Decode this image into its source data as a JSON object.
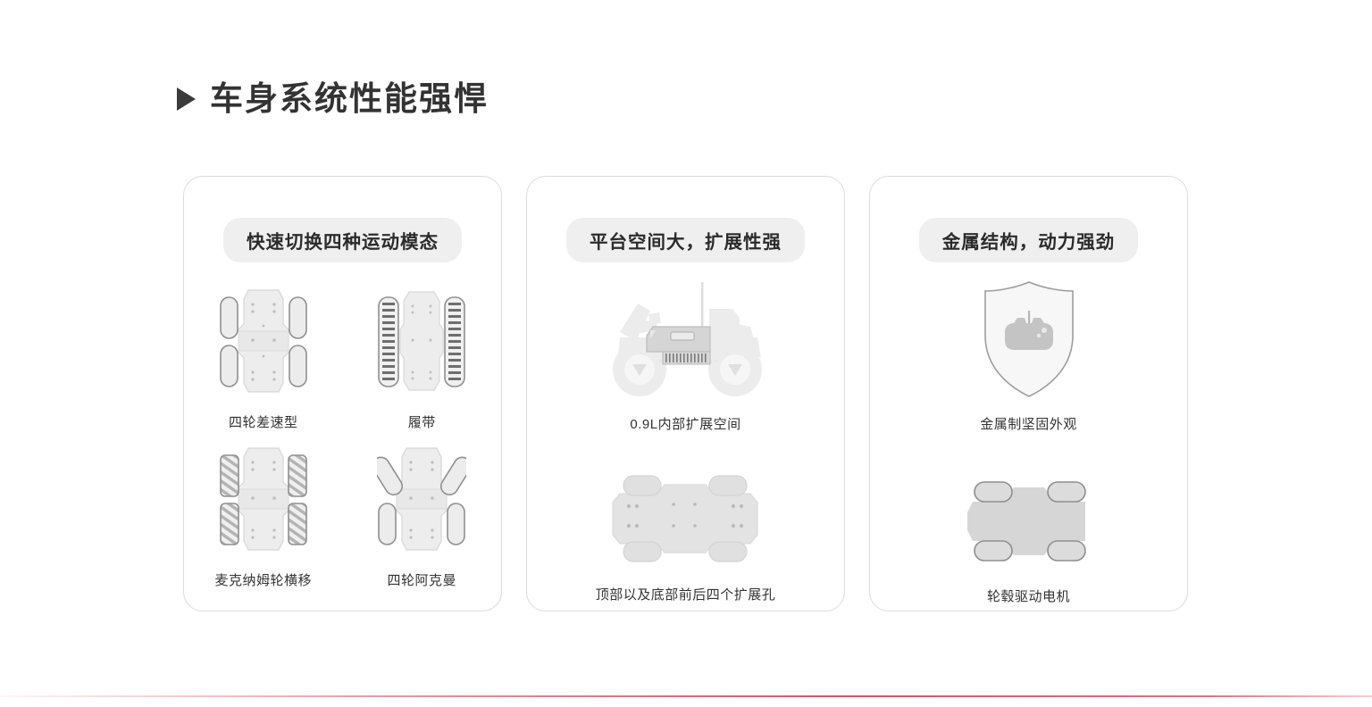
{
  "slide": {
    "title": "车身系统性能强悍",
    "bullet_icon": "triangle-right-icon",
    "accent_color": "#c63a46",
    "art_fill": "#e3e3e3",
    "art_stroke": "#9a9a9a",
    "chip_bg": "#efefef"
  },
  "cards": [
    {
      "id": "motion-modes",
      "header": "快速切换四种运动模态",
      "figures": [
        {
          "name": "four-wheel-differential-chassis",
          "caption": "四轮差速型"
        },
        {
          "name": "tracked-chassis",
          "caption": "履带"
        },
        {
          "name": "mecanum-wheel-chassis",
          "caption": "麦克纳姆轮横移"
        },
        {
          "name": "four-wheel-ackermann-chassis",
          "caption": "四轮阿克曼"
        }
      ]
    },
    {
      "id": "platform-space",
      "header": "平台空间大，扩展性强",
      "figures": [
        {
          "name": "robot-side-view-payload",
          "caption": "0.9L内部扩展空间"
        },
        {
          "name": "chassis-expansion-holes-top-view",
          "caption": "顶部以及底部前后四个扩展孔"
        }
      ]
    },
    {
      "id": "metal-structure",
      "header": "金属结构，动力强劲",
      "figures": [
        {
          "name": "shield-with-robot-icon",
          "caption": "金属制坚固外观"
        },
        {
          "name": "hub-motor-chassis-top-view",
          "caption": "轮毂驱动电机"
        }
      ]
    }
  ]
}
